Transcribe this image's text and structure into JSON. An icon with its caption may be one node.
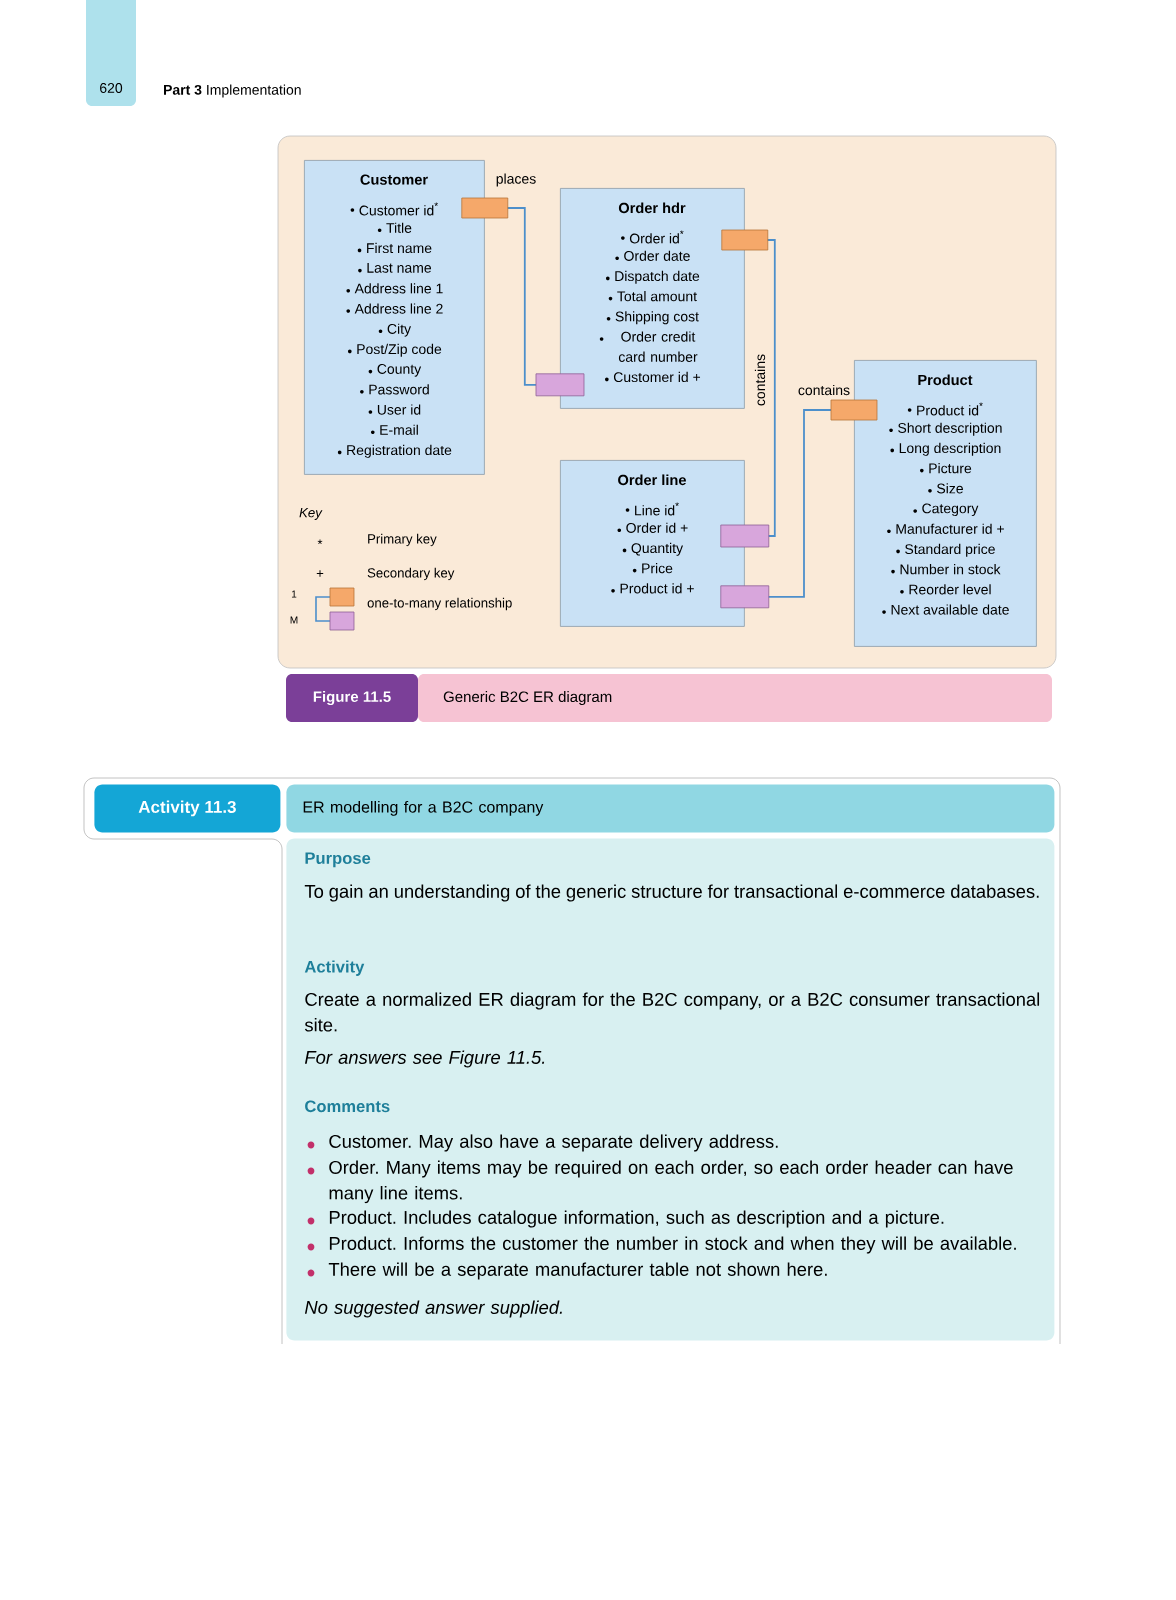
{
  "diagram": {
    "caption": "Generic B2C ER diagram",
    "nodes": [
      {
        "text": [
          "Customer",
          "Customer id$^{*}$",
          "Title",
          "First name",
          "Last name",
          "Address line 1",
          "Address line 2",
          "City",
          "Post/Zip code",
          "County",
          "Password",
          "User id",
          "E-mail",
          "Registration date"
        ]
      },
      {
        "text": [
          "Order hdr",
          "Order id$^{*}$",
          "Order date",
          "Dispatch date",
          "Total amount",
          "Shipping cost",
          "Order credit card number",
          "Customer id +"
        ]
      },
      {
        "text": [
          "Order line",
          "Line id$^{*}$",
          "Order id +",
          "Quantity",
          "Price",
          "Product id +"
        ]
      },
      {
        "text": [
          "Product",
          "Product id$^{*}$",
          "Short description",
          "Long description",
          "Picture",
          "Size",
          "Category",
          "Manufacturer id +",
          "Standard price",
          "Number in stock",
          "Reorder level",
          "Next available date"
        ]
      },
      {
        "text": [
          "Activity 11.3"
        ]
      },
      {
        "text": [
          "ER modelling for a B2C company"
        ]
      },
      {
        "text": [
          "Purpose",
          "To gain an understanding of the generic structure for transactional e-commerce databases.",
          "Activity",
          "Create a normalized ER diagram for the B2C company, or a B2C consumer transactional site.",
          "For answers see Figure 11.5.",
          "Comments",
          "Customer. May also have a separate delivery address.",
          "Order. Many items may be required on each order, so each order header can have many line items.",
          "Product. Includes catalogue information, such as description and a picture.",
          "Product. Informs the customer the number in stock and when they will be available.",
          "There will be a separate manufacturer table not shown here.",
          "No suggested answer supplied."
        ]
      }
    ],
    "edges": [
      {
        "from": 0,
        "to": 1,
        "label": "places",
        "arrow": "other"
      },
      {
        "from": 1,
        "to": 2,
        "label": "contains",
        "arrow": "other"
      },
      {
        "from": 3,
        "to": 2,
        "label": "contains",
        "arrow": "other"
      }
    ],
    "labels": [
      "620",
      "**Part 3** Implementation",
      "Key",
      "*",
      "+",
      "1",
      "M",
      "Figure 11.5"
    ],
    "legend": [
      {
        "text": "Primary key"
      },
      {
        "text": "Secondary key"
      },
      {
        "text": "one-to-many relationship"
      }
    ]
  }
}
